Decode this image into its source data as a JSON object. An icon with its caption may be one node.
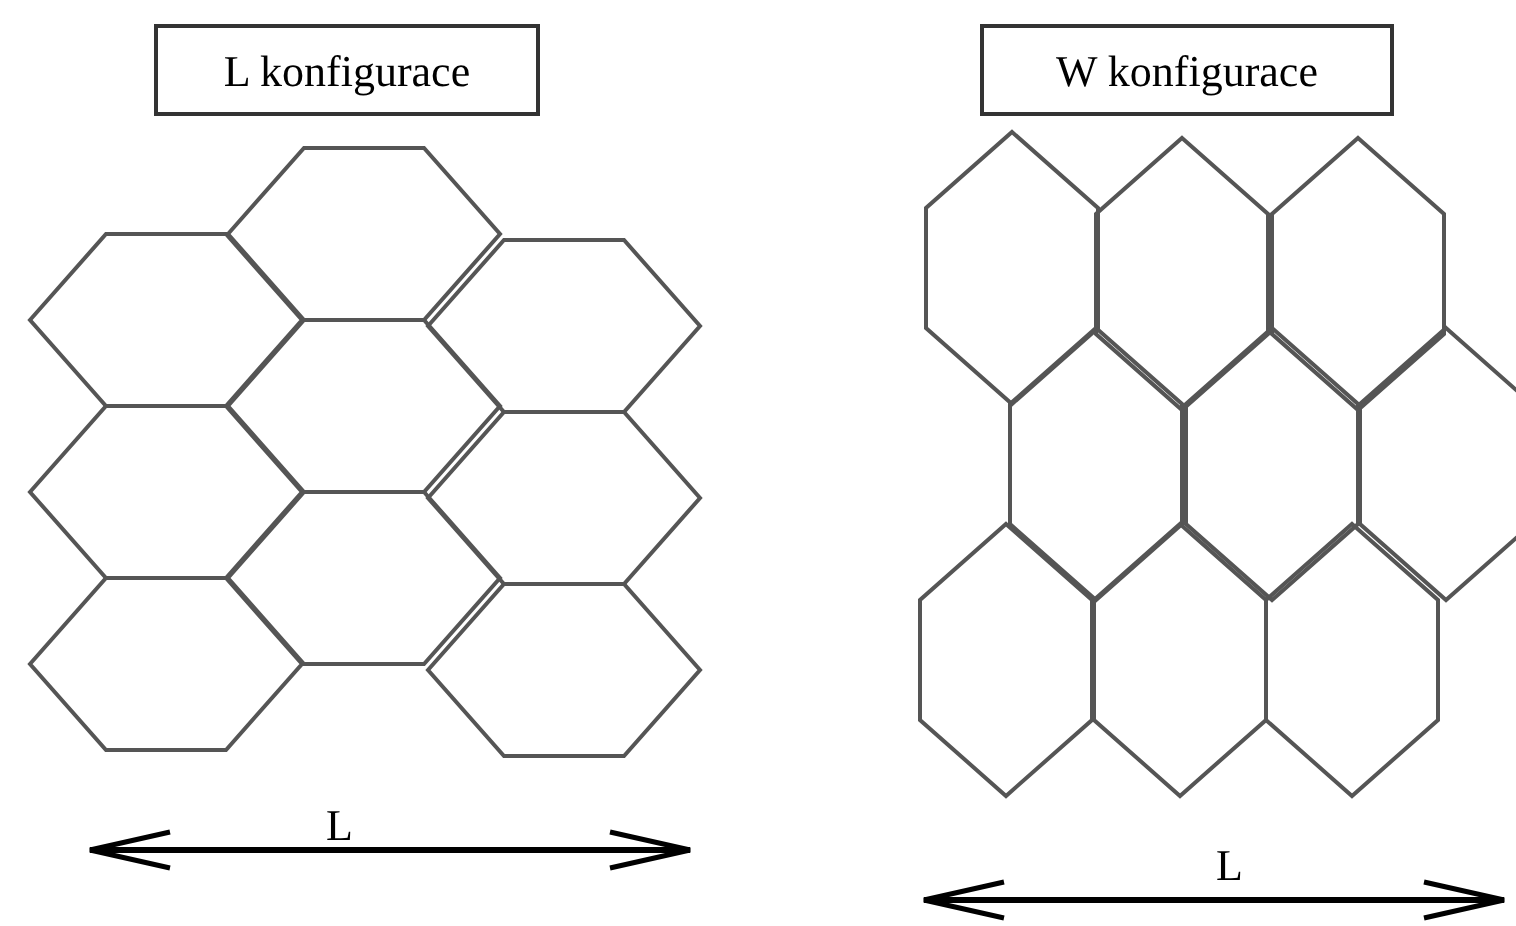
{
  "diagram": {
    "nodes": [
      {
        "text": [
          "L konfigurace"
        ]
      },
      {
        "text": [
          "W konfigurace"
        ]
      }
    ],
    "labels": [
      "L",
      "L"
    ]
  }
}
